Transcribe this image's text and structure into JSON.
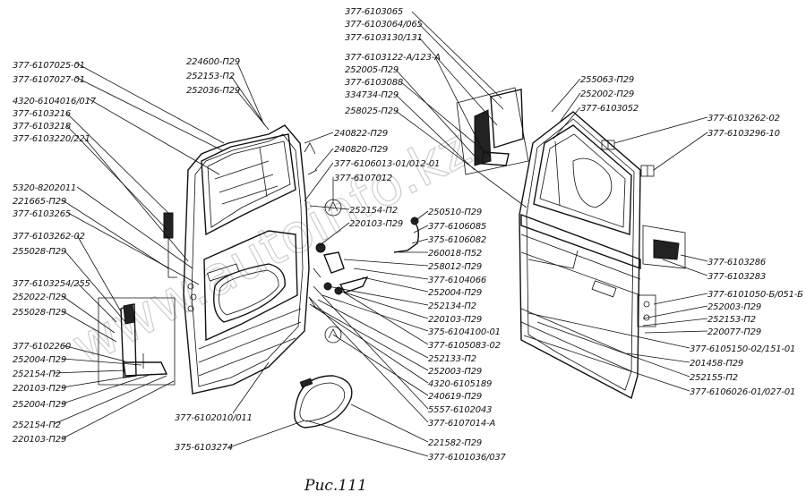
{
  "caption": "Рис.111",
  "watermark": "www.autoinfo.kz",
  "labels": [
    {
      "id": "l1",
      "text": "377-6107025-01"
    },
    {
      "id": "l2",
      "text": "377-6107027-01"
    },
    {
      "id": "l3",
      "text": "4320-6104016/017"
    },
    {
      "id": "l4",
      "text": "377-6103216"
    },
    {
      "id": "l5",
      "text": "377-6103218"
    },
    {
      "id": "l6",
      "text": "377-6103220/221"
    },
    {
      "id": "l7",
      "text": "5320-8202011"
    },
    {
      "id": "l8",
      "text": "221665-П29"
    },
    {
      "id": "l9",
      "text": "377-6103265"
    },
    {
      "id": "l10",
      "text": "377-6103262-02"
    },
    {
      "id": "l11",
      "text": "255028-П29"
    },
    {
      "id": "l12",
      "text": "377-6103254/255"
    },
    {
      "id": "l13",
      "text": "252022-П29"
    },
    {
      "id": "l14",
      "text": "255028-П29"
    },
    {
      "id": "l15",
      "text": "377-6102260"
    },
    {
      "id": "l16",
      "text": "252004-П29"
    },
    {
      "id": "l17",
      "text": "252154-П2"
    },
    {
      "id": "l18",
      "text": "220103-П29"
    },
    {
      "id": "l19",
      "text": "252004-П29"
    },
    {
      "id": "l20",
      "text": "252154-П2"
    },
    {
      "id": "l21",
      "text": "220103-П29"
    },
    {
      "id": "l22",
      "text": "224600-П29"
    },
    {
      "id": "l23",
      "text": "252153-П2"
    },
    {
      "id": "l24",
      "text": "252036-П29"
    },
    {
      "id": "l25",
      "text": "240822-П29"
    },
    {
      "id": "l26",
      "text": "240820-П29"
    },
    {
      "id": "l27",
      "text": "377-6106013-01/012-01"
    },
    {
      "id": "l28",
      "text": "377-6107012"
    },
    {
      "id": "l29",
      "text": "252154-П2"
    },
    {
      "id": "l30",
      "text": "220103-П29"
    },
    {
      "id": "l31",
      "text": "250510-П29"
    },
    {
      "id": "l32",
      "text": "377-6106085"
    },
    {
      "id": "l33",
      "text": "375-6106082"
    },
    {
      "id": "l34",
      "text": "260018-П52"
    },
    {
      "id": "l35",
      "text": "258012-П29"
    },
    {
      "id": "l36",
      "text": "377-6104066"
    },
    {
      "id": "l37",
      "text": "252004-П29"
    },
    {
      "id": "l38",
      "text": "252134-П2"
    },
    {
      "id": "l39",
      "text": "220103-П29"
    },
    {
      "id": "l40",
      "text": "375-6104100-01"
    },
    {
      "id": "l41",
      "text": "377-6105083-02"
    },
    {
      "id": "l42",
      "text": "252133-П2"
    },
    {
      "id": "l43",
      "text": "252003-П29"
    },
    {
      "id": "l44",
      "text": "4320-6105189"
    },
    {
      "id": "l45",
      "text": "240619-П29"
    },
    {
      "id": "l46",
      "text": "5557-6102043"
    },
    {
      "id": "l47",
      "text": "377-6107014-А"
    },
    {
      "id": "l48",
      "text": "377-6102010/011"
    },
    {
      "id": "l49",
      "text": "375-6103274"
    },
    {
      "id": "l50",
      "text": "221582-П29"
    },
    {
      "id": "l51",
      "text": "377-6101036/037"
    },
    {
      "id": "l52",
      "text": "377-6103065"
    },
    {
      "id": "l53",
      "text": "377-6103064/065"
    },
    {
      "id": "l54",
      "text": "377-6103130/131"
    },
    {
      "id": "l55",
      "text": "377-6103122-А/123-А"
    },
    {
      "id": "l56",
      "text": "252005-П29"
    },
    {
      "id": "l57",
      "text": "377-6103088"
    },
    {
      "id": "l58",
      "text": "334734-П29"
    },
    {
      "id": "l59",
      "text": "258025-П29"
    },
    {
      "id": "l60",
      "text": "255063-П29"
    },
    {
      "id": "l61",
      "text": "252002-П29"
    },
    {
      "id": "l62",
      "text": "377-6103052"
    },
    {
      "id": "l63",
      "text": "377-6103262-02"
    },
    {
      "id": "l64",
      "text": "377-6103296-10"
    },
    {
      "id": "l65",
      "text": "377-6103286"
    },
    {
      "id": "l66",
      "text": "377-6103283"
    },
    {
      "id": "l67",
      "text": "377-6101050-Б/051-Б"
    },
    {
      "id": "l68",
      "text": "252003-П29"
    },
    {
      "id": "l69",
      "text": "252153-П2"
    },
    {
      "id": "l70",
      "text": "220077-П29"
    },
    {
      "id": "l71",
      "text": "377-6105150-02/151-01"
    },
    {
      "id": "l72",
      "text": "201458-П29"
    },
    {
      "id": "l73",
      "text": "252155-П2"
    },
    {
      "id": "l74",
      "text": "377-6106026-01/027-01"
    }
  ]
}
